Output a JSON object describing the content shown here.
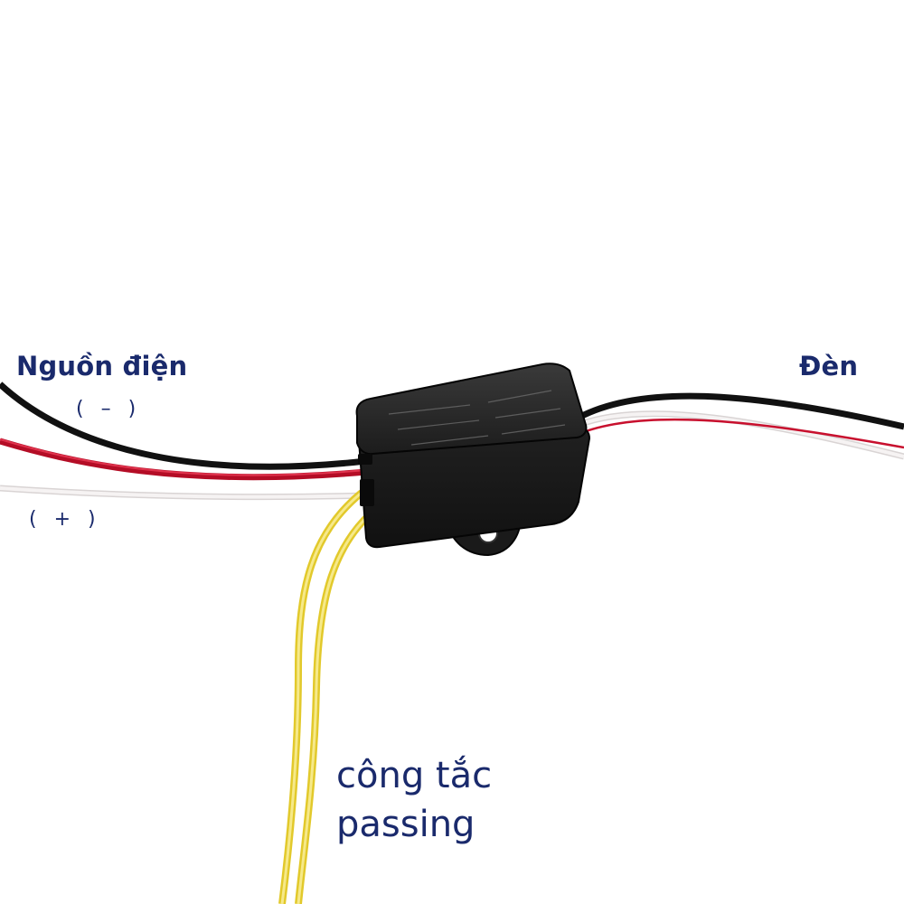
{
  "labels": {
    "power_source": "Nguồn điện",
    "negative": "( – )",
    "positive": "( + )",
    "lamp": "Đèn",
    "switch_line1": "công tắc",
    "switch_line2": "passing"
  },
  "colors": {
    "label_text": "#1a2a6c",
    "wire_black": "#141414",
    "wire_red": "#c8102e",
    "wire_white": "#f1eeee",
    "wire_yellow": "#f0dc3c",
    "module_body": "#1b1b1b"
  }
}
